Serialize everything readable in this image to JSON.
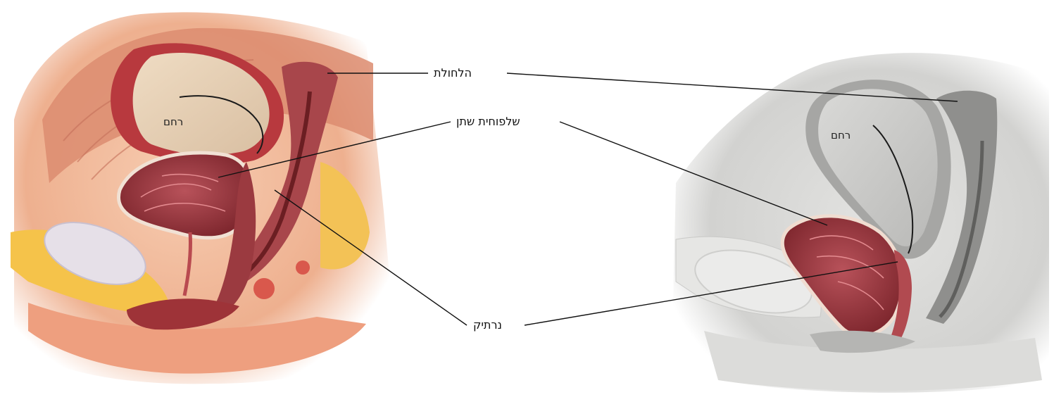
{
  "labels": {
    "rectum": "הלחולת",
    "bladder": "שלפוחית שתן",
    "vagina": "נרתיק",
    "uterus_left": "רחם",
    "uterus_right": "רחם"
  },
  "colors": {
    "skin_left": "#f2b899",
    "muscle_left": "#d9826b",
    "uterus_fill": "#e9d2b8",
    "organ_dark": "#8e2f35",
    "fat_yellow": "#f5c34a",
    "grey_tissue": "#d6d6d4",
    "grey_dark": "#9a9a98",
    "leader_line": "#111111"
  },
  "panels": {
    "left": "color-anatomy-illustration",
    "right": "greyscale-anatomy-illustration-with-highlighted-bladder"
  }
}
